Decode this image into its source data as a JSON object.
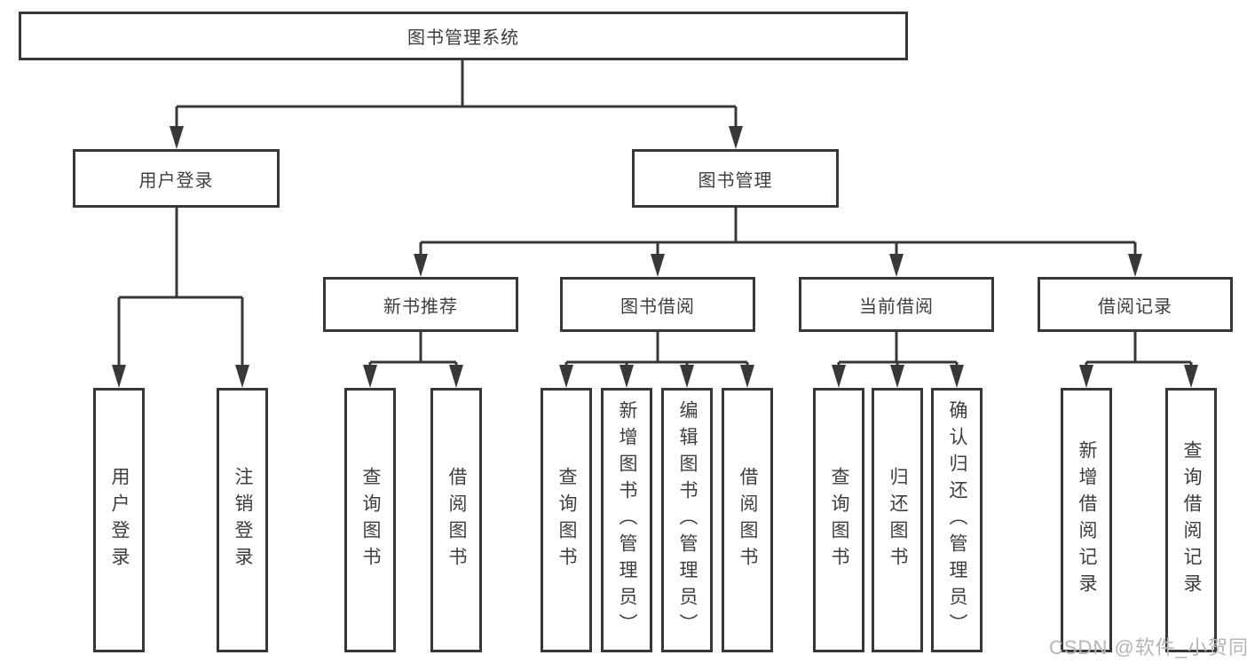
{
  "diagram": {
    "title": "图书管理系统",
    "level2": [
      {
        "label": "用户登录"
      },
      {
        "label": "图书管理"
      }
    ],
    "level3": [
      {
        "label": "新书推荐"
      },
      {
        "label": "图书借阅"
      },
      {
        "label": "当前借阅"
      },
      {
        "label": "借阅记录"
      }
    ],
    "leaves": {
      "login": [
        "用户登录",
        "注销登录"
      ],
      "recommend": [
        "查询图书",
        "借阅图书"
      ],
      "borrow": [
        "查询图书",
        "新增图书（管理员）",
        "编辑图书（管理员）",
        "借阅图书"
      ],
      "current": [
        "查询图书",
        "归还图书",
        "确认归还（管理员）"
      ],
      "records": [
        "新增借阅记录",
        "查询借阅记录"
      ]
    },
    "colors": {
      "line": "#383838",
      "text": "#3e3e3e",
      "watermark": "#b5b5b5"
    },
    "watermark_text": "CSDN @软件_小贺同学"
  }
}
